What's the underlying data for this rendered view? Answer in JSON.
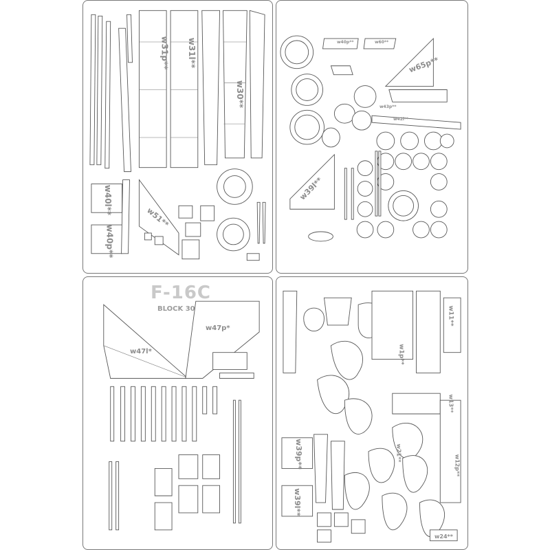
{
  "sheets": {
    "top_left": {
      "labels": [
        "w31p**",
        "w31l**",
        "w30**",
        "w51**",
        "w40l**",
        "w40p**"
      ]
    },
    "top_right": {
      "labels": [
        "w65p**",
        "w39l**",
        "w40p**",
        "w60**",
        "w43p**",
        "w42l**"
      ]
    },
    "bottom_left": {
      "title": "F-16C",
      "subtitle": "BLOCK 30",
      "labels": [
        "w47p*",
        "w47l*"
      ]
    },
    "bottom_right": {
      "labels": [
        "w39p**",
        "w39l**",
        "w11**",
        "w1p**",
        "w13**",
        "w12p**",
        "w21**",
        "w24**"
      ]
    }
  }
}
